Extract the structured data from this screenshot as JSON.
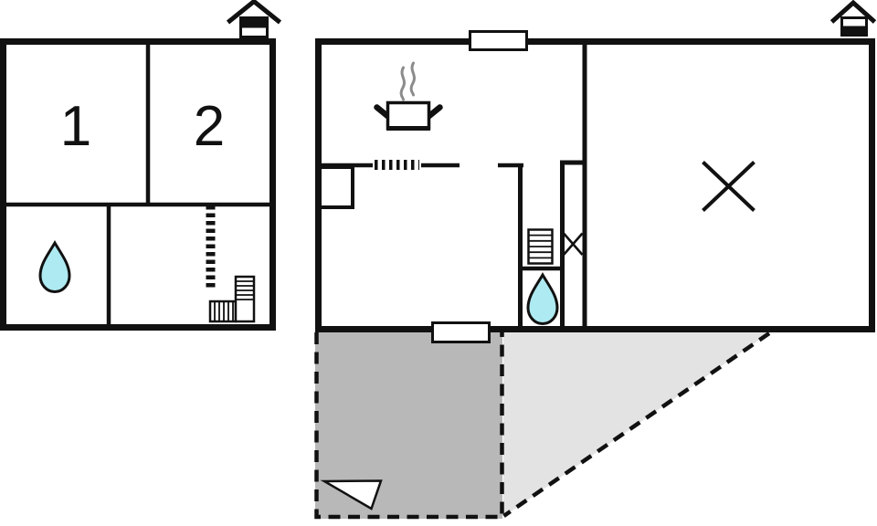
{
  "document": {
    "kind": "floor-plan"
  },
  "colors": {
    "background": "#ffffff",
    "wall_black": "#111111",
    "water_drop": "#aeeaf1",
    "terrace_dark": "#b8b8b8",
    "terrace_light": "#e3e3e3",
    "steam": "#8c8c8c",
    "white": "#ffffff"
  },
  "upper_floor": {
    "level_icon": "house-icon-top-half-filled",
    "rooms": [
      {
        "label": "1"
      },
      {
        "label": "2"
      }
    ],
    "icons": [
      "water-drop-icon",
      "stairs-icon",
      "dashed-opening-line"
    ]
  },
  "ground_floor": {
    "level_icon": "house-icon-bottom-half-filled",
    "icons": [
      "cooking-pot-icon",
      "steam-icon",
      "stairs-icon",
      "water-drop-icon",
      "x-mark",
      "flue-x-mark",
      "window-top",
      "window-bottom",
      "dashed-hatch-wall"
    ]
  },
  "outdoor": {
    "areas": [
      "terrace-dashed-area",
      "covered-area-triangle"
    ],
    "icons": [
      "direction-pointer-icon"
    ]
  }
}
